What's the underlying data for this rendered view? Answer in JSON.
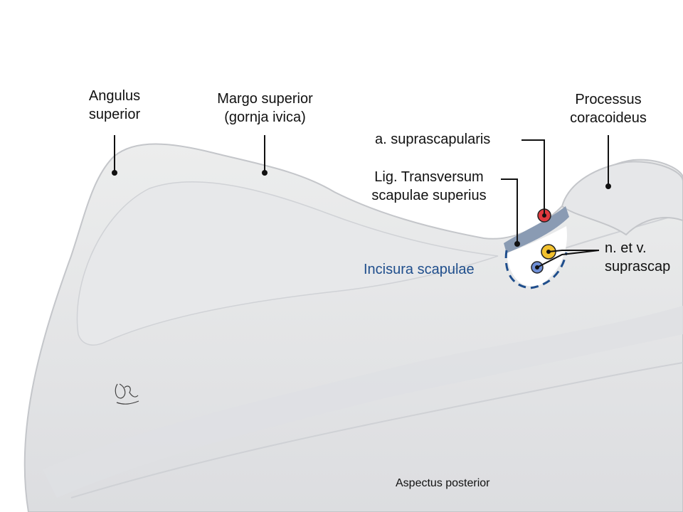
{
  "labels": {
    "angulus_superior": "Angulus\nsuperior",
    "margo_superior": "Margo superior\n(gornja ivica)",
    "processus_coracoideus": "Processus\ncoracoideus",
    "a_suprascapularis": "a. suprascapularis",
    "lig_transversum": "Lig. Transversum\nscapulae superius",
    "incisura_scapulae": "Incisura scapulae",
    "n_et_v_suprascapularis": "n. et v.\nsuprascap",
    "aspectus_posterior": "Aspectus posterior"
  },
  "colors": {
    "bone": "#e3e4e6",
    "bone_shadow": "#c9cbcf",
    "ligament": "#8a9bb3",
    "artery": "#e0393e",
    "nerve": "#f2c12e",
    "vein": "#6f8fd6",
    "incisura_outline": "#1f4e8c"
  },
  "signature": "D.Raco"
}
